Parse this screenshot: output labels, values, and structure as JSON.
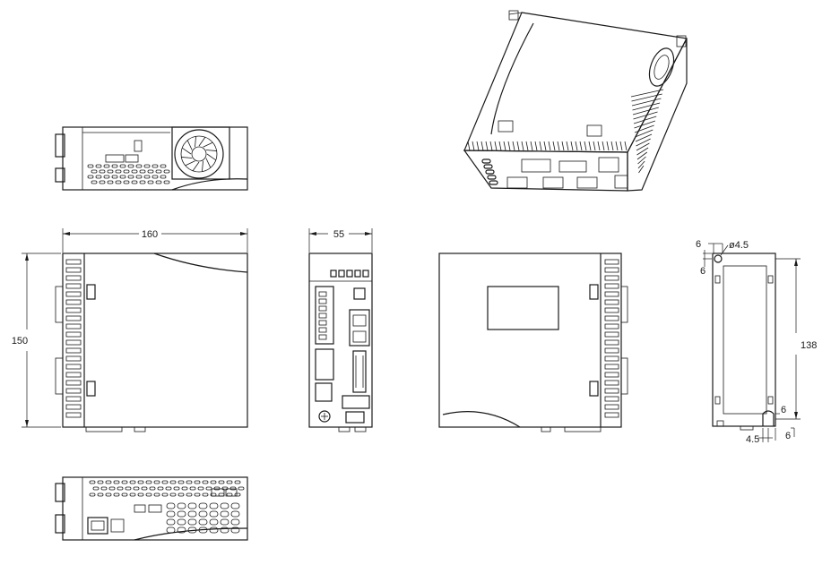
{
  "dimensions": {
    "width": "160",
    "depth": "55",
    "height": "150",
    "hole_diameter": "ø4.5",
    "hole_offset_top_h": "6",
    "hole_offset_top_v": "6",
    "mount_pitch": "138",
    "hole_offset_bottom_v": "6",
    "slot_width": "4.5",
    "hole_offset_bottom_h": "6"
  }
}
